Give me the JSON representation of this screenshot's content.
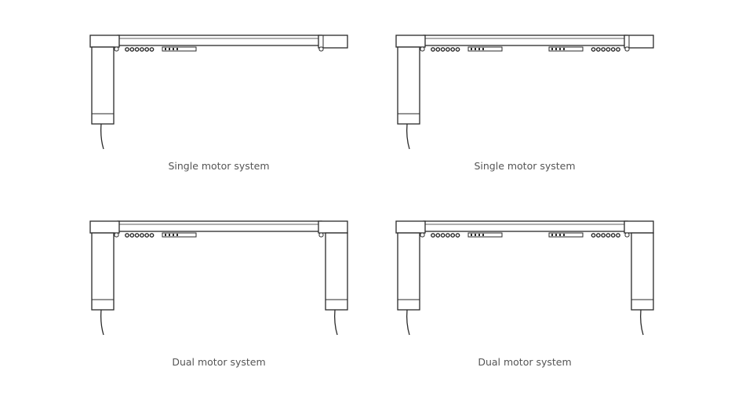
{
  "panels": [
    {
      "caption": "Single motor system",
      "motors": "single",
      "runners": "left"
    },
    {
      "caption": "Single motor system",
      "motors": "single",
      "runners": "both"
    },
    {
      "caption": "Dual motor system",
      "motors": "dual",
      "runners": "left"
    },
    {
      "caption": "Dual motor system",
      "motors": "dual",
      "runners": "both"
    }
  ],
  "colors": {
    "stroke": "#2a2a2a",
    "caption": "#555555"
  }
}
